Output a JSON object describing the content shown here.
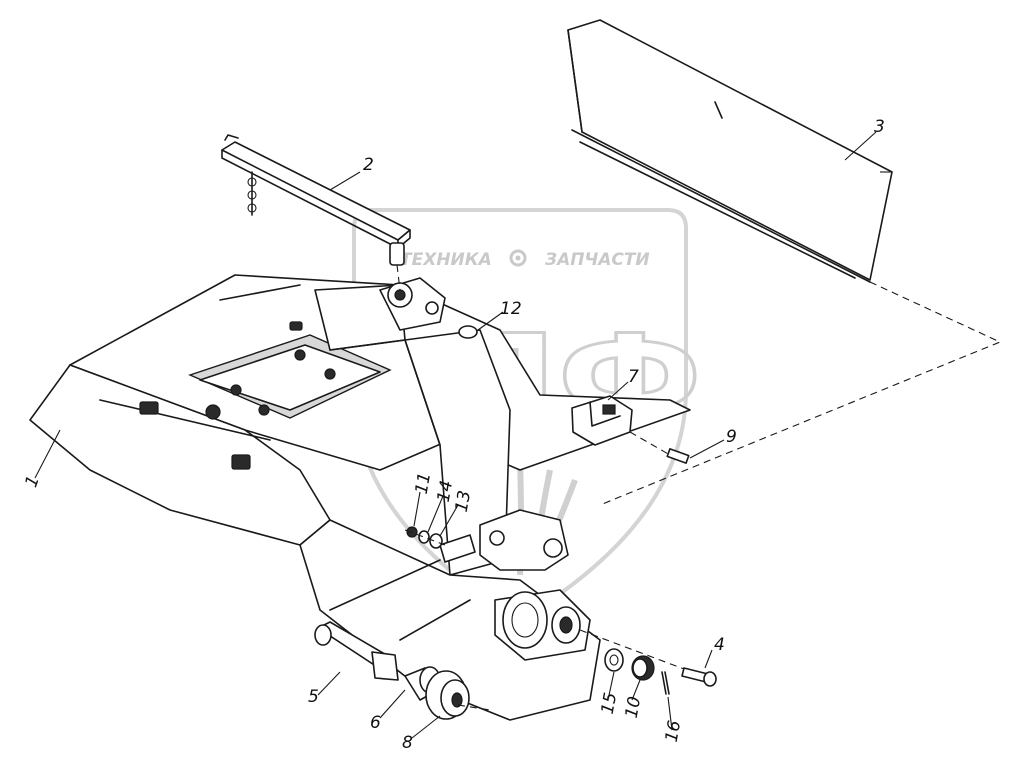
{
  "watermark": {
    "left_text": "ТЕХНИКА",
    "right_text": "ЗАПЧАСТИ",
    "monogram": "ЗПФ"
  },
  "callouts": [
    {
      "id": "1",
      "text": "1"
    },
    {
      "id": "2",
      "text": "2"
    },
    {
      "id": "3",
      "text": "3"
    },
    {
      "id": "4",
      "text": "4"
    },
    {
      "id": "5",
      "text": "5"
    },
    {
      "id": "6",
      "text": "6"
    },
    {
      "id": "7",
      "text": "7"
    },
    {
      "id": "8",
      "text": "8"
    },
    {
      "id": "9",
      "text": "9"
    },
    {
      "id": "10",
      "text": "10"
    },
    {
      "id": "11",
      "text": "11"
    },
    {
      "id": "12",
      "text": "12"
    },
    {
      "id": "13",
      "text": "13"
    },
    {
      "id": "14",
      "text": "14"
    },
    {
      "id": "15",
      "text": "15"
    },
    {
      "id": "16",
      "text": "16"
    }
  ]
}
